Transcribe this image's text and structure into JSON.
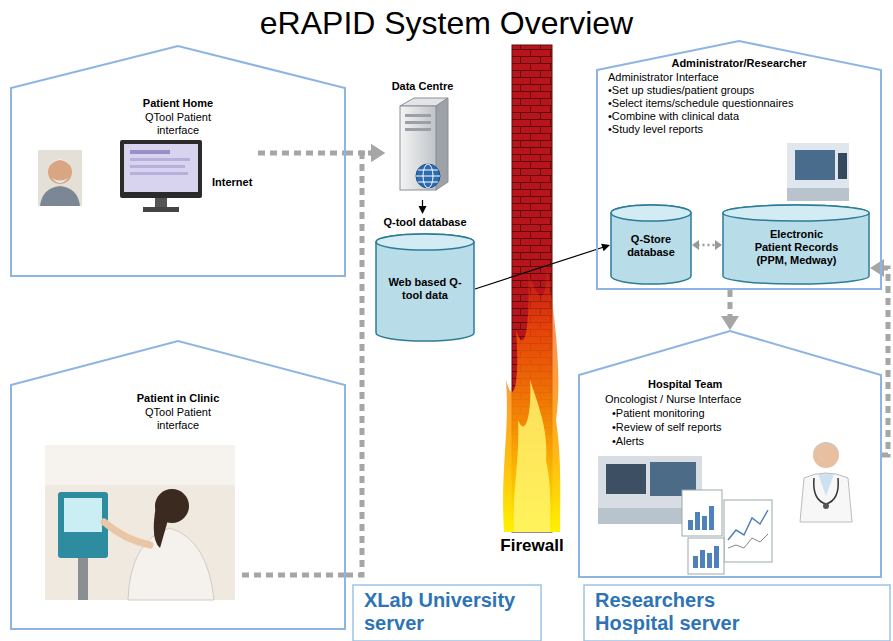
{
  "diagram": {
    "title": "eRAPID System Overview",
    "nodes": [
      {
        "text": [
          "Patient Home",
          "QTool Patient interface"
        ]
      },
      {
        "text": [
          "Patient in Clinic",
          "QTool Patient interface"
        ]
      },
      {
        "text": [
          "Data Centre"
        ]
      },
      {
        "text": [
          "Q-tool database",
          "Web based Q-tool data"
        ]
      },
      {
        "text": [
          "Administrator/Researcher",
          "Administrator Interface",
          "•Set up studies/patient groups",
          "•Select items/schedule questionnaires",
          "•Combine with clinical data",
          "•Study level reports"
        ]
      },
      {
        "text": [
          "Q-Store database"
        ],
        "in": 4
      },
      {
        "text": [
          "Electronic Patient Records (PPM, Medway)"
        ],
        "in": 4
      },
      {
        "text": [
          "Hospital Team",
          "Oncologist / Nurse Interface",
          "•Patient monitoring",
          "•Review of self reports",
          "•Alerts"
        ]
      },
      {
        "text": [
          "XLab University server"
        ]
      },
      {
        "text": [
          "Researchers Hospital server"
        ]
      }
    ],
    "edges": [
      {
        "from": 0,
        "to": 2,
        "arrow": "to"
      },
      {
        "from": 1,
        "to": 2,
        "arrow": "to"
      },
      {
        "from": 2,
        "to": 3,
        "arrow": "to"
      },
      {
        "from": 3,
        "to": 5,
        "arrow": "to"
      },
      {
        "from": 5,
        "to": 6,
        "arrow": "both"
      },
      {
        "from": 4,
        "to": 7,
        "arrow": "to"
      },
      {
        "from": 7,
        "to": 6,
        "arrow": "to"
      }
    ],
    "labels": [
      "Internet",
      "Firewall"
    ]
  }
}
